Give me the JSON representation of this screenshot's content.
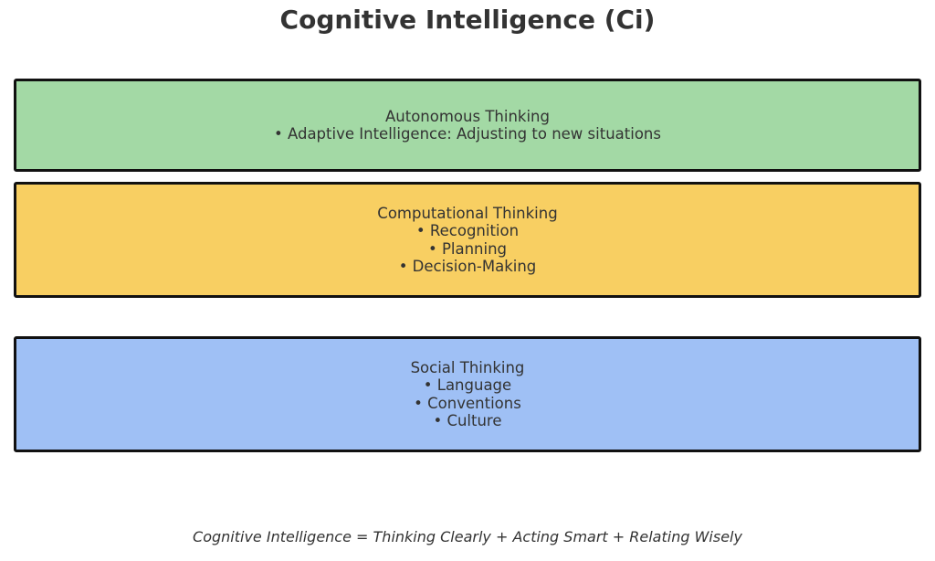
{
  "title": "Cognitive Intelligence (Ci)",
  "layers": [
    {
      "heading": "Autonomous Thinking",
      "items": [
        "• Adaptive Intelligence: Adjusting to new situations"
      ],
      "color": "#a3d9a5"
    },
    {
      "heading": "Computational Thinking",
      "items": [
        "• Recognition",
        "• Planning",
        "• Decision-Making"
      ],
      "color": "#f8cf62"
    },
    {
      "heading": "Social Thinking",
      "items": [
        "• Language",
        "• Conventions",
        "• Culture"
      ],
      "color": "#9fc0f5"
    }
  ],
  "footer": "Cognitive Intelligence = Thinking Clearly + Acting Smart + Relating Wisely",
  "colors": {
    "text": "#333333",
    "border": "#111111",
    "background": "#ffffff"
  }
}
